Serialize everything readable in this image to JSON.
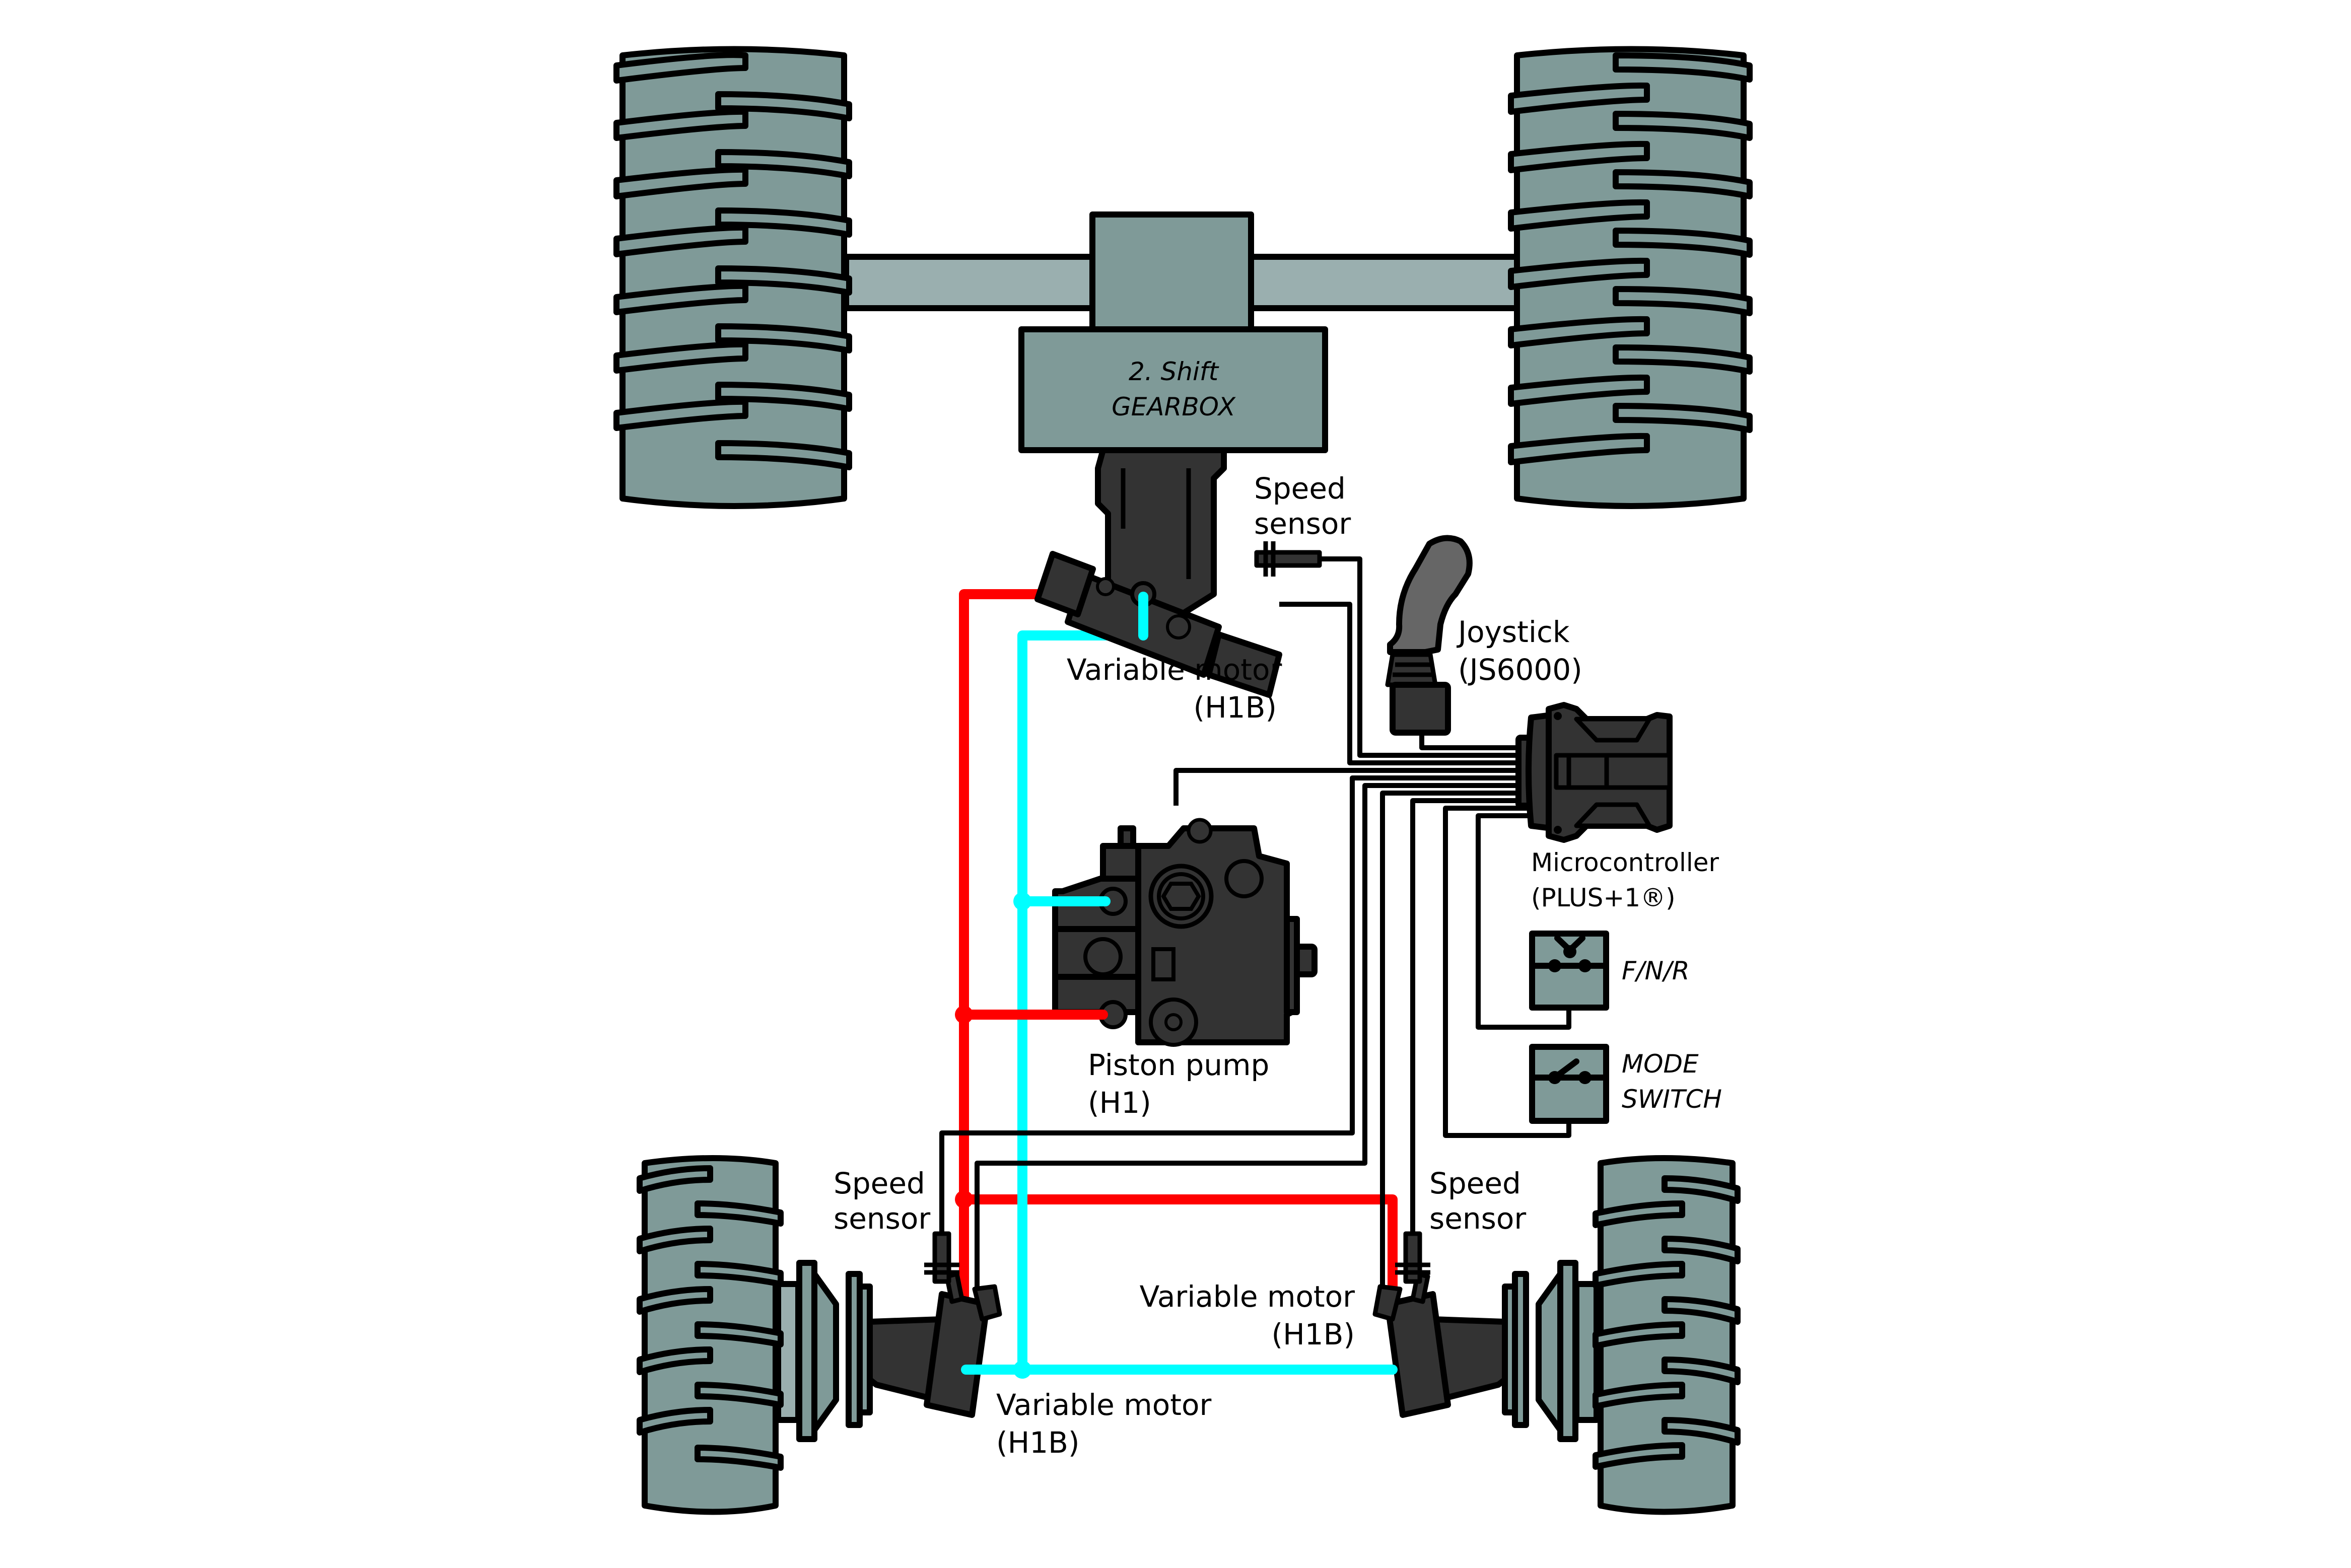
{
  "diagram": {
    "title": "Hydrostatic drive system with 2-shift gearbox",
    "colors": {
      "tire": "#7F9A98",
      "axle": "#9AAFAF",
      "component": "#333333",
      "joystick_handle": "#666666",
      "pressure_line": "#FF0000",
      "return_line": "#00FFFF",
      "signal_wire": "#000000"
    },
    "components": {
      "gearbox": {
        "line1": "2. Shift",
        "line2": "GEARBOX"
      },
      "top_motor": {
        "line1": "Variable motor",
        "line2": "(H1B)"
      },
      "top_speed_sensor": {
        "line1": "Speed",
        "line2": "sensor"
      },
      "joystick": {
        "line1": "Joystick",
        "line2": "(JS6000)"
      },
      "microcontroller": {
        "line1": "Microcontroller",
        "line2": "(PLUS+1®)"
      },
      "fnr_switch": {
        "label": "F/N/R"
      },
      "mode_switch": {
        "line1": "MODE",
        "line2": "SWITCH"
      },
      "pump": {
        "line1": "Piston pump",
        "line2": "(H1)"
      },
      "left_speed_sensor": {
        "line1": "Speed",
        "line2": "sensor"
      },
      "right_speed_sensor": {
        "line1": "Speed",
        "line2": "sensor"
      },
      "left_motor": {
        "line1": "Variable motor",
        "line2": "(H1B)"
      },
      "right_motor": {
        "line1": "Variable motor",
        "line2": "(H1B)"
      }
    },
    "icons": {
      "tire": "tire-icon",
      "gearbox": "gearbox-icon",
      "motor": "hydraulic-motor-icon",
      "pump": "piston-pump-icon",
      "joystick": "joystick-icon",
      "controller": "controller-icon",
      "sensor": "speed-sensor-icon",
      "switch": "switch-icon"
    }
  }
}
